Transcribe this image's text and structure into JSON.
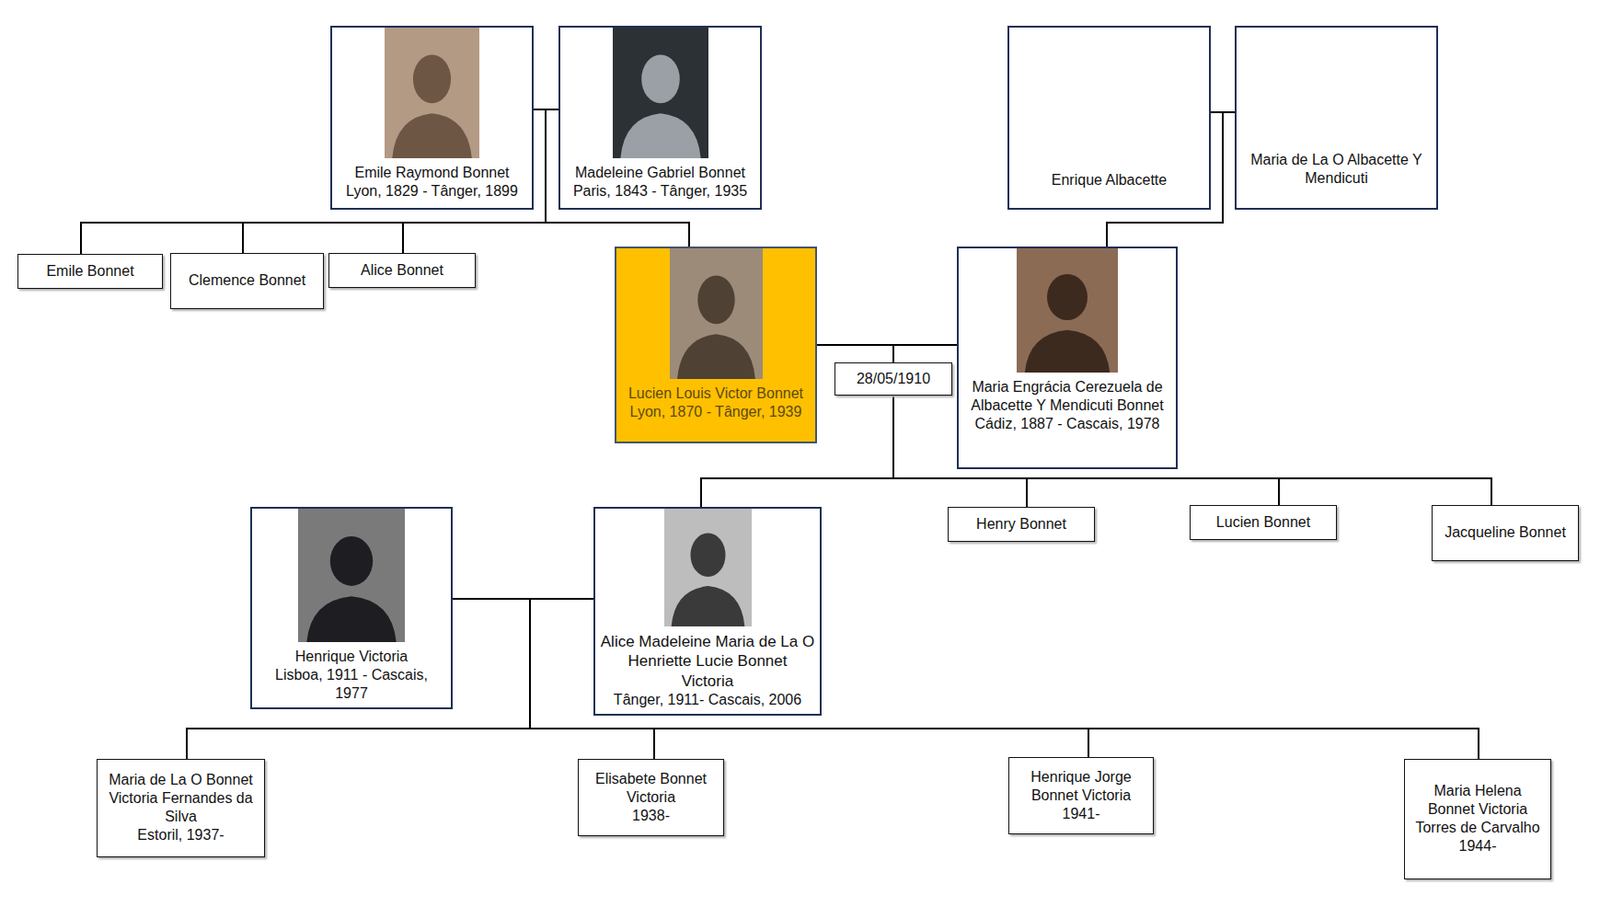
{
  "diagram": {
    "nodes": [
      {
        "text": [
          "Emile Raymond Bonnet",
          "Lyon, 1829 - Tânger, 1899"
        ]
      },
      {
        "text": [
          "Madeleine Gabriel Bonnet",
          "Paris, 1843 - Tânger, 1935"
        ]
      },
      {
        "text": [
          "Enrique Albacette"
        ]
      },
      {
        "text": [
          "Maria de La O Albacette Y Mendicuti"
        ]
      },
      {
        "text": [
          "Emile Bonnet"
        ]
      },
      {
        "text": [
          "Clemence Bonnet"
        ]
      },
      {
        "text": [
          "Alice Bonnet"
        ]
      },
      {
        "text": [
          "Lucien Louis Victor Bonnet",
          "Lyon, 1870 - Tânger, 1939"
        ]
      },
      {
        "text": [
          "28/05/1910"
        ]
      },
      {
        "text": [
          "Maria Engrácia Cerezuela de Albacette Y Mendicuti Bonnet",
          "Cádiz, 1887 - Cascais, 1978"
        ]
      },
      {
        "text": [
          "Henrique Victoria",
          "Lisboa, 1911 - Cascais, 1977"
        ]
      },
      {
        "text": [
          "Alice Madeleine Maria de La O Henriette Lucie Bonnet Victoria",
          "Tânger, 1911- Cascais, 2006"
        ]
      },
      {
        "text": [
          "Henry Bonnet"
        ]
      },
      {
        "text": [
          "Lucien Bonnet"
        ]
      },
      {
        "text": [
          "Jacqueline Bonnet"
        ]
      },
      {
        "text": [
          "Maria de La O Bonnet Victoria Fernandes da Silva",
          "Estoril, 1937-"
        ]
      },
      {
        "text": [
          "Elisabete Bonnet Victoria",
          "1938-"
        ]
      },
      {
        "text": [
          "Henrique Jorge Bonnet Victoria",
          "1941-"
        ]
      },
      {
        "text": [
          "Maria Helena Bonnet Victoria Torres de Carvalho",
          "1944-"
        ]
      }
    ],
    "edges": [
      {
        "from": 0,
        "to": 1,
        "arrow": "none"
      },
      {
        "from": 0,
        "to": 4,
        "arrow": "none"
      },
      {
        "from": 1,
        "to": 4,
        "arrow": "none"
      },
      {
        "from": 0,
        "to": 5,
        "arrow": "none"
      },
      {
        "from": 1,
        "to": 5,
        "arrow": "none"
      },
      {
        "from": 0,
        "to": 6,
        "arrow": "none"
      },
      {
        "from": 1,
        "to": 6,
        "arrow": "none"
      },
      {
        "from": 0,
        "to": 7,
        "arrow": "none"
      },
      {
        "from": 1,
        "to": 7,
        "arrow": "none"
      },
      {
        "from": 2,
        "to": 3,
        "arrow": "none"
      },
      {
        "from": 2,
        "to": 9,
        "arrow": "none"
      },
      {
        "from": 3,
        "to": 9,
        "arrow": "none"
      },
      {
        "from": 7,
        "to": 9,
        "arrow": "none"
      },
      {
        "from": 7,
        "to": 8,
        "arrow": "none"
      },
      {
        "from": 9,
        "to": 8,
        "arrow": "none"
      },
      {
        "from": 8,
        "to": 11,
        "arrow": "none"
      },
      {
        "from": 8,
        "to": 12,
        "arrow": "none"
      },
      {
        "from": 8,
        "to": 13,
        "arrow": "none"
      },
      {
        "from": 8,
        "to": 14,
        "arrow": "none"
      },
      {
        "from": 10,
        "to": 11,
        "arrow": "none"
      },
      {
        "from": 10,
        "to": 15,
        "arrow": "none"
      },
      {
        "from": 11,
        "to": 15,
        "arrow": "none"
      },
      {
        "from": 10,
        "to": 16,
        "arrow": "none"
      },
      {
        "from": 11,
        "to": 16,
        "arrow": "none"
      },
      {
        "from": 10,
        "to": 17,
        "arrow": "none"
      },
      {
        "from": 11,
        "to": 17,
        "arrow": "none"
      },
      {
        "from": 10,
        "to": 18,
        "arrow": "none"
      },
      {
        "from": 11,
        "to": 18,
        "arrow": "none"
      }
    ]
  }
}
